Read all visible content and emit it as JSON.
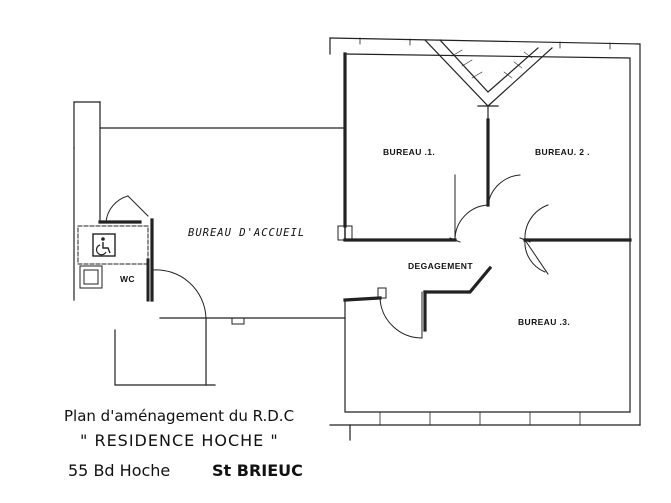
{
  "rooms": {
    "bureau1": "BUREAU .1.",
    "bureau2": "BUREAU. 2 .",
    "bureau3": "BUREAU .3.",
    "degagement": "DEGAGEMENT",
    "accueil": "BUREAU  D'ACCUEIL",
    "wc": "WC"
  },
  "caption": {
    "line1": "Plan d'aménagement du R.D.C",
    "line2": "\" RESIDENCE HOCHE \"",
    "line3_address": "55 Bd Hoche",
    "line3_city": "St BRIEUC"
  },
  "icons": {
    "accessibility": "wheelchair-icon"
  }
}
